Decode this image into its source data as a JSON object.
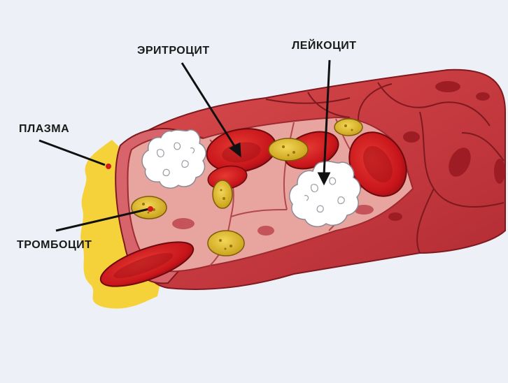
{
  "labels": {
    "erythrocyte": "ЭРИТРОЦИТ",
    "leukocyte": "ЛЕЙКОЦИТ",
    "plasma": "ПЛАЗМА",
    "thrombocyte": "ТРОМБОЦИТ"
  },
  "colors": {
    "background": "#edf1f7",
    "vessel_wall": "#c8383e",
    "vessel_inner": "#e9a7a0",
    "red_cell": "#c8151b",
    "platelet": "#e8c130",
    "plasma": "#f5d23a",
    "white_cell": "#ffffff"
  }
}
